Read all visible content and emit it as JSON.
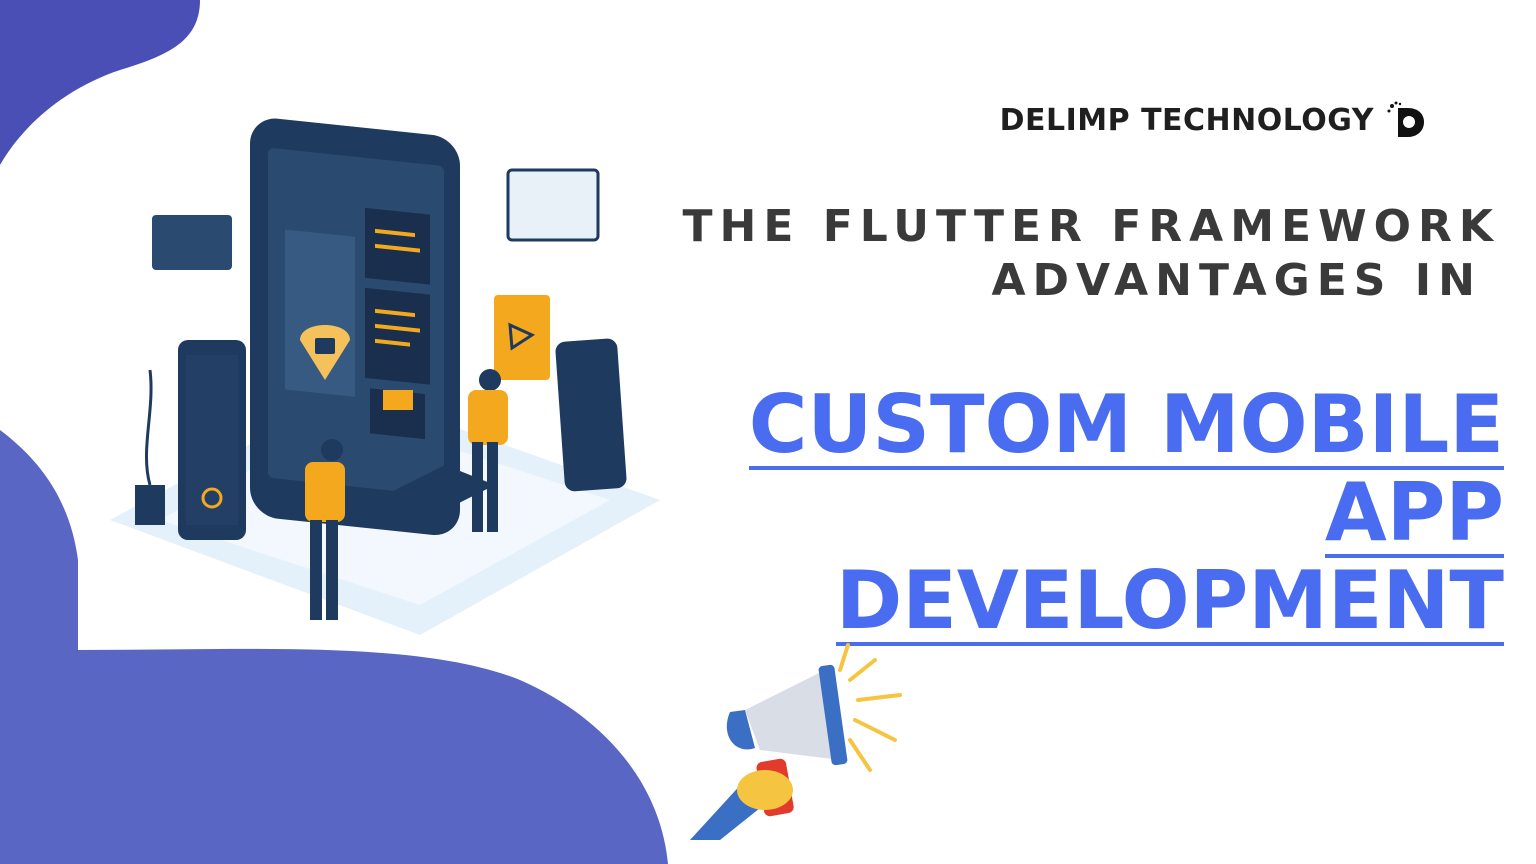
{
  "brand": {
    "name": "DELIMP TECHNOLOGY",
    "logo_icon": "delimp-logo-icon"
  },
  "headline": {
    "line1": "THE FLUTTER FRAMEWORK",
    "line2": "ADVANTAGES IN"
  },
  "highlight": {
    "line1": "CUSTOM MOBILE",
    "line2": "APP",
    "line3": "DEVELOPMENT"
  },
  "colors": {
    "accent_blue": "#4a6cf0",
    "shape_blue": "#5966c4",
    "shape_dark": "#4a4fb5",
    "text_dark": "#3a3a3a",
    "illustration_orange": "#f4a81d",
    "illustration_navy": "#1e3a5f"
  },
  "illustration": {
    "icon": "isometric-mobile-app-illustration"
  },
  "megaphone": {
    "icon": "megaphone-icon"
  }
}
